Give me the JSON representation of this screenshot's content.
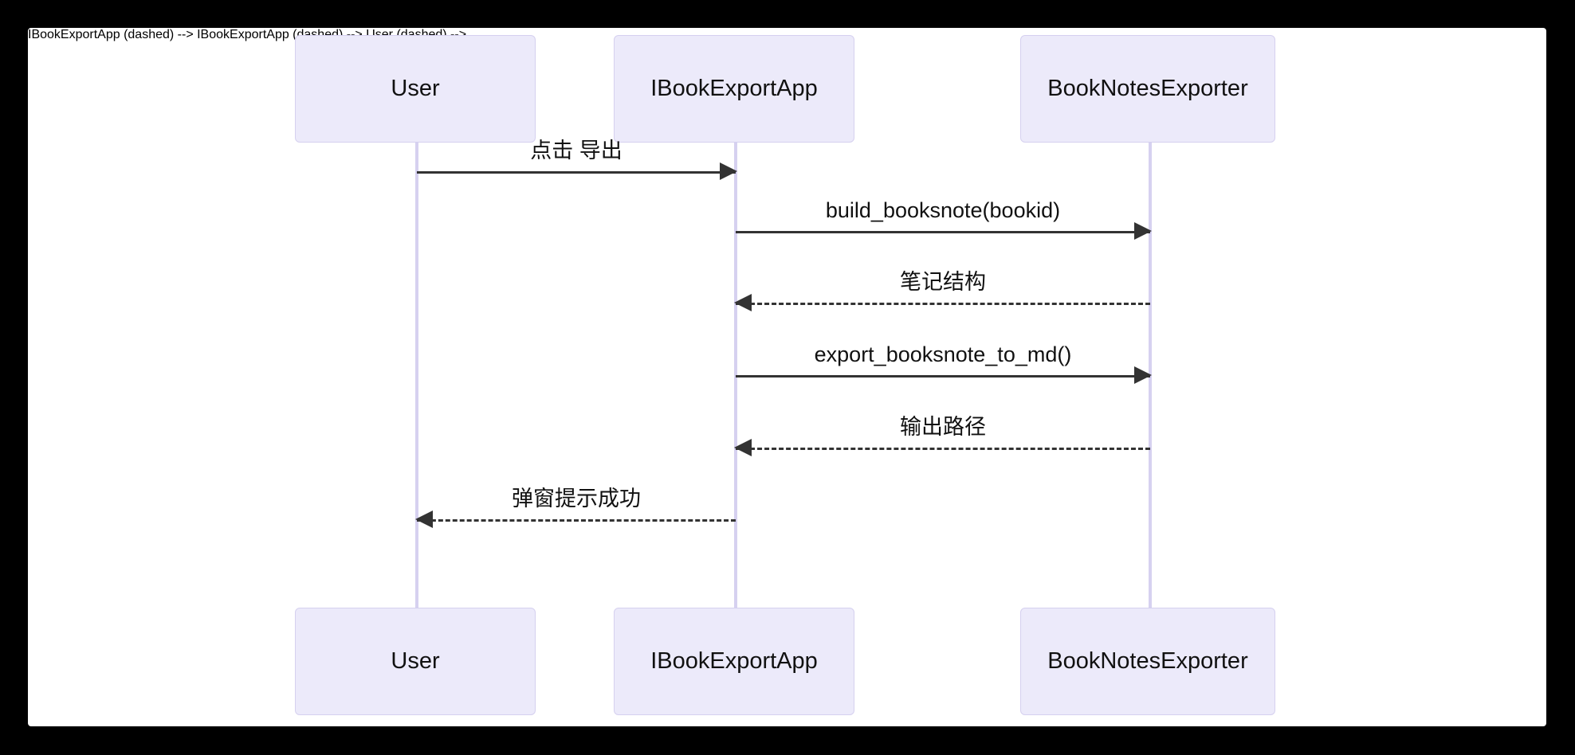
{
  "diagram": {
    "type": "sequence-diagram",
    "background_color": "#000000",
    "canvas_color": "#ffffff",
    "actor_fill": "#ECEAFA",
    "actor_border": "#D5D0EF",
    "lifeline_color": "#D6D1F0",
    "line_color": "#333333",
    "text_color": "#111111",
    "participants": [
      {
        "id": "user",
        "label": "User"
      },
      {
        "id": "app",
        "label": "IBookExportApp"
      },
      {
        "id": "exporter",
        "label": "BookNotesExporter"
      }
    ],
    "messages": [
      {
        "index": 1,
        "label": "点击 导出",
        "from": "user",
        "to": "app",
        "direction": "right",
        "style": "solid"
      },
      {
        "index": 2,
        "label": "build_booksnote(bookid)",
        "from": "app",
        "to": "exporter",
        "direction": "right",
        "style": "solid"
      },
      {
        "index": 3,
        "label": "笔记结构",
        "from": "exporter",
        "to": "app",
        "direction": "left",
        "style": "dashed"
      },
      {
        "index": 4,
        "label": "export_booksnote_to_md()",
        "from": "app",
        "to": "exporter",
        "direction": "right",
        "style": "solid"
      },
      {
        "index": 5,
        "label": "输出路径",
        "from": "exporter",
        "to": "app",
        "direction": "left",
        "style": "dashed"
      },
      {
        "index": 6,
        "label": "弹窗提示成功",
        "from": "app",
        "to": "user",
        "direction": "left",
        "style": "dashed"
      }
    ],
    "footer_participants": [
      {
        "id": "user",
        "label": "User"
      },
      {
        "id": "app",
        "label": "IBookExportApp"
      },
      {
        "id": "exporter",
        "label": "BookNotesExporter"
      }
    ]
  }
}
